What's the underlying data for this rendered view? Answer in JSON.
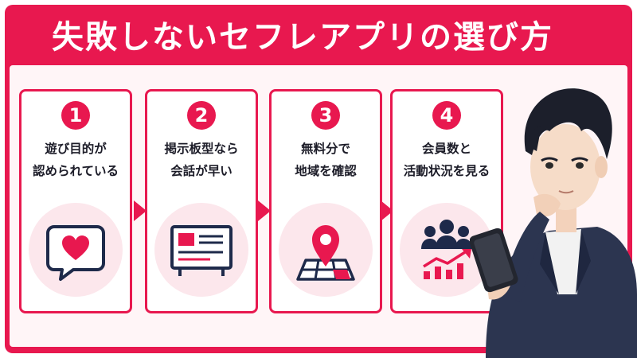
{
  "title": "失敗しないセフレアプリの選び方",
  "colors": {
    "accent": "#e8184f",
    "navy": "#1e2a4a",
    "pink_soft": "#fce7ec"
  },
  "steps": [
    {
      "number": "1",
      "line1": "遊び目的が",
      "line2": "認められている",
      "icon": "heart-chat-bubble-icon"
    },
    {
      "number": "2",
      "line1": "掲示板型なら",
      "line2": "会話が早い",
      "icon": "bulletin-board-icon"
    },
    {
      "number": "3",
      "line1": "無料分で",
      "line2": "地域を確認",
      "icon": "map-pin-icon"
    },
    {
      "number": "4",
      "line1": "会員数と",
      "line2": "活動状況を見る",
      "icon": "users-growth-chart-icon"
    }
  ]
}
